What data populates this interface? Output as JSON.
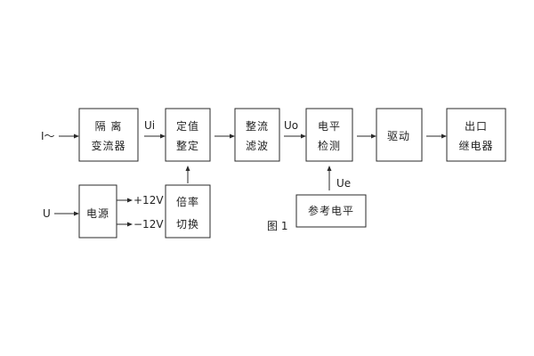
{
  "colors": {
    "stroke": "#2a2a2a",
    "text": "#222222",
    "background": "#ffffff"
  },
  "inputs": {
    "current": "I～",
    "voltage": "U"
  },
  "blocks": {
    "isolation": {
      "line1": "隔  离",
      "line2": "变流器"
    },
    "setting": {
      "line1": "定值",
      "line2": "整定"
    },
    "rectify": {
      "line1": "整流",
      "line2": "滤波"
    },
    "detect": {
      "line1": "电平",
      "line2": "检测"
    },
    "drive": {
      "line1": "驱动"
    },
    "output": {
      "line1": "出口",
      "line2": "继电器"
    },
    "power": {
      "line1": "电源"
    },
    "multiplier": {
      "line1": "倍率",
      "line2": "切换"
    },
    "reference": {
      "line1": "参考电平"
    }
  },
  "signals": {
    "ui": "Ui",
    "uo": "Uo",
    "ue": "Ue",
    "plus12": "+12V",
    "minus12": "−12V"
  },
  "caption": "图 1"
}
